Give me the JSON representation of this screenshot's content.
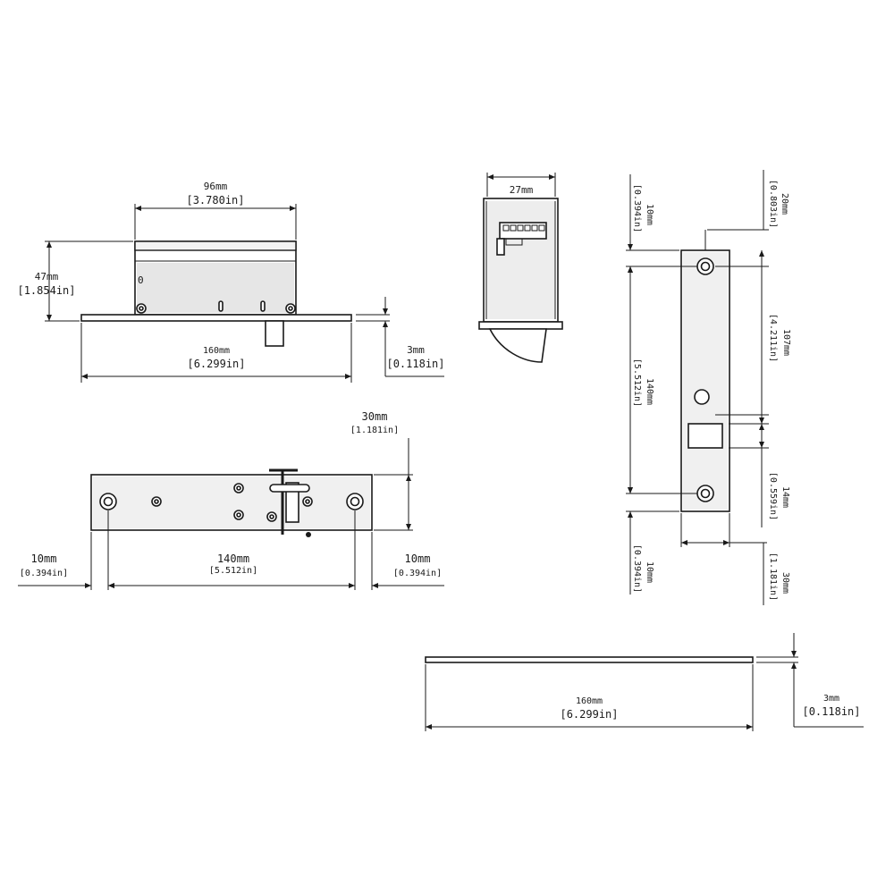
{
  "view_front": {
    "width_mm": "96mm",
    "width_in": "[3.780in]",
    "height_mm": "47mm",
    "height_in": "[1.854in]",
    "length_mm": "160mm",
    "length_in": "[6.299in]",
    "plate_mm": "3mm",
    "plate_in": "[0.118in]",
    "part_mark": "0"
  },
  "view_end": {
    "width_mm": "27mm"
  },
  "view_top": {
    "depth_mm": "30mm",
    "depth_in": "[1.181in]",
    "left_mm": "10mm",
    "left_in": "[0.394in]",
    "span_mm": "140mm",
    "span_in": "[5.512in]",
    "right_mm": "10mm",
    "right_in": "[0.394in]"
  },
  "view_faceplate": {
    "top_mm": "10mm",
    "top_in": "[0.394in]",
    "edge_mm": "20mm",
    "edge_in": "[0.803in]",
    "hole_span_mm": "107mm",
    "hole_span_in": "[4.211in]",
    "total_mm": "140mm",
    "total_in": "[5.512in]",
    "slot_mm": "14mm",
    "slot_in": "[0.559in]",
    "bottom_mm": "10mm",
    "bottom_in": "[0.394in]",
    "width_mm": "30mm",
    "width_in": "[1.181in]"
  },
  "view_side": {
    "length_mm": "160mm",
    "length_in": "[6.299in]",
    "thick_mm": "3mm",
    "thick_in": "[0.118in]"
  }
}
